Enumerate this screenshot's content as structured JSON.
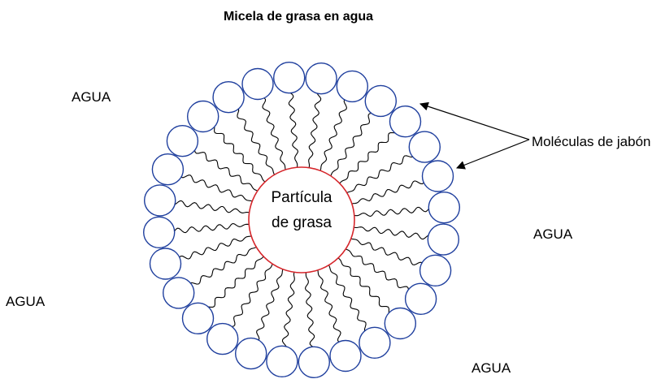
{
  "title": "Micela de grasa en agua",
  "center_label": [
    "Partícula",
    "de grasa"
  ],
  "pointer_label": "Moléculas de jabón",
  "water_labels": [
    "AGUA",
    "AGUA",
    "AGUA",
    "AGUA"
  ],
  "colors": {
    "head_stroke": "#1f3f9e",
    "core_stroke": "#d6262b",
    "tail_stroke": "#000000",
    "text": "#000000"
  },
  "molecule_count": 28
}
